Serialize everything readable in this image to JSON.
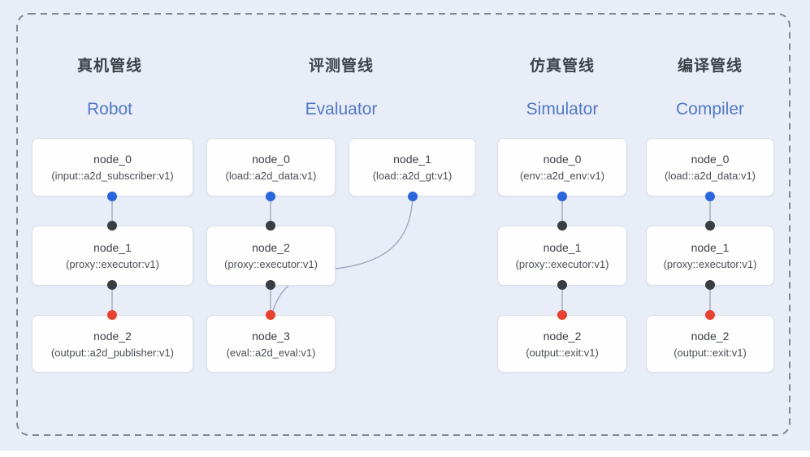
{
  "diagram": {
    "pipelines": [
      {
        "title_zh": "真机管线",
        "title_en": "Robot",
        "nodes": [
          {
            "name": "node_0",
            "detail": "(input::a2d_subscriber:v1)"
          },
          {
            "name": "node_1",
            "detail": "(proxy::executor:v1)"
          },
          {
            "name": "node_2",
            "detail": "(output::a2d_publisher:v1)"
          }
        ]
      },
      {
        "title_zh": "评测管线",
        "title_en": "Evaluator",
        "nodes": [
          {
            "name": "node_0",
            "detail": "(load::a2d_data:v1)"
          },
          {
            "name": "node_1",
            "detail": "(load::a2d_gt:v1)"
          },
          {
            "name": "node_2",
            "detail": "(proxy::executor:v1)"
          },
          {
            "name": "node_3",
            "detail": "(eval::a2d_eval:v1)"
          }
        ]
      },
      {
        "title_zh": "仿真管线",
        "title_en": "Simulator",
        "nodes": [
          {
            "name": "node_0",
            "detail": "(env::a2d_env:v1)"
          },
          {
            "name": "node_1",
            "detail": "(proxy::executor:v1)"
          },
          {
            "name": "node_2",
            "detail": "(output::exit:v1)"
          }
        ]
      },
      {
        "title_zh": "编译管线",
        "title_en": "Compiler",
        "nodes": [
          {
            "name": "node_0",
            "detail": "(load::a2d_data:v1)"
          },
          {
            "name": "node_1",
            "detail": "(proxy::executor:v1)"
          },
          {
            "name": "node_2",
            "detail": "(output::exit:v1)"
          }
        ]
      }
    ],
    "connections": [
      {
        "pipeline": "Robot",
        "from": "node_0",
        "to": "node_1"
      },
      {
        "pipeline": "Robot",
        "from": "node_1",
        "to": "node_2"
      },
      {
        "pipeline": "Evaluator",
        "from": "node_0",
        "to": "node_2"
      },
      {
        "pipeline": "Evaluator",
        "from": "node_1",
        "to": "node_3"
      },
      {
        "pipeline": "Evaluator",
        "from": "node_2",
        "to": "node_3"
      },
      {
        "pipeline": "Simulator",
        "from": "node_0",
        "to": "node_1"
      },
      {
        "pipeline": "Simulator",
        "from": "node_1",
        "to": "node_2"
      },
      {
        "pipeline": "Compiler",
        "from": "node_0",
        "to": "node_1"
      },
      {
        "pipeline": "Compiler",
        "from": "node_1",
        "to": "node_2"
      }
    ],
    "colors": {
      "background": "#e9edf8",
      "frame_dash": "#82888f",
      "node_background": "#fefefe",
      "node_border": "#dbdfe8",
      "edge_line": "#9fa9bd",
      "source_port_blue": "#2a65dc",
      "intermediate_port_black": "#3a3d41",
      "sink_port_red": "#e7412f",
      "title_zh_color": "#3d4249",
      "title_en_color": "#5379c5"
    }
  }
}
